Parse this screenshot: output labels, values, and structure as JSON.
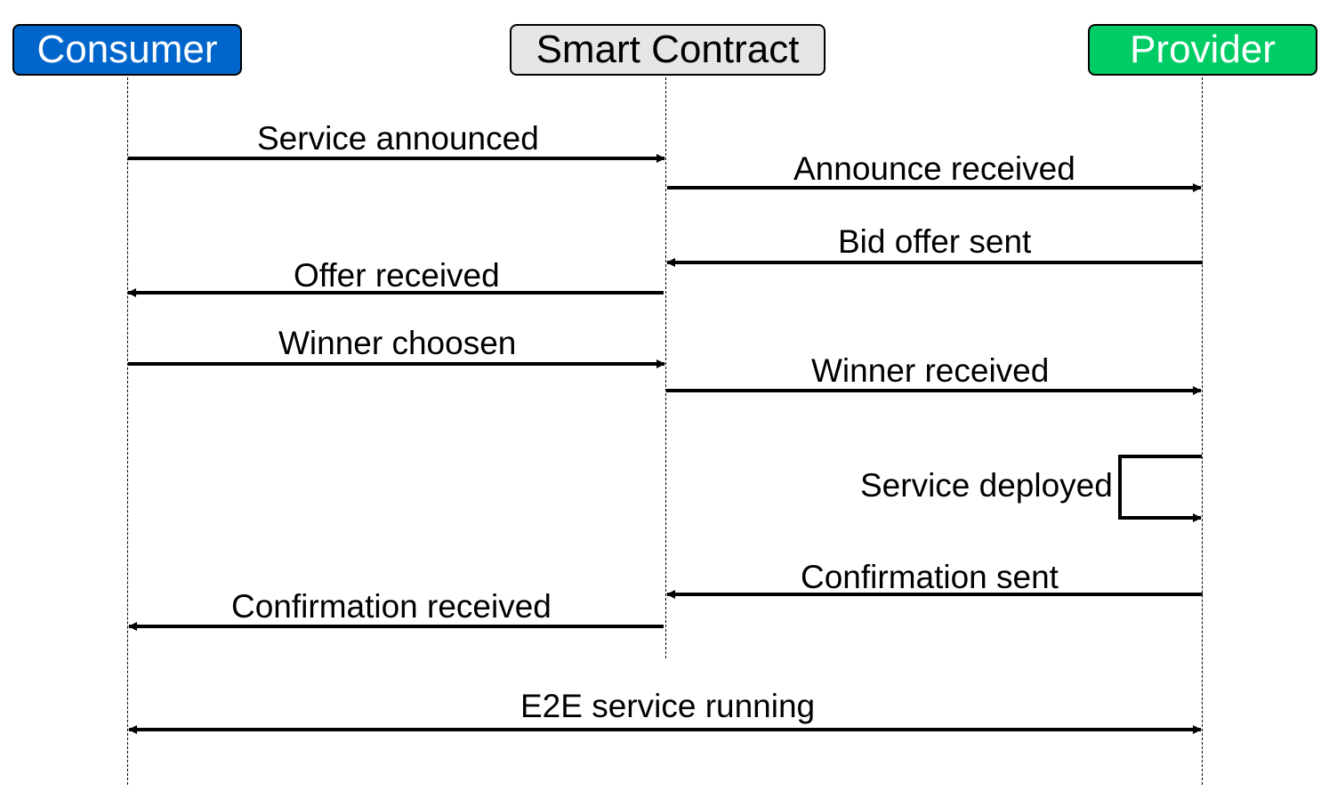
{
  "actors": {
    "consumer": {
      "label": "Consumer",
      "fill": "#0066CC",
      "text_color": "#FFFFFF"
    },
    "smart_contract": {
      "label": "Smart Contract",
      "fill": "#E6E6E6",
      "text_color": "#000000"
    },
    "provider": {
      "label": "Provider",
      "fill": "#00CC66",
      "text_color": "#FFFFFF"
    }
  },
  "messages": [
    {
      "label": "Service announced",
      "from": "Consumer",
      "to": "Smart Contract"
    },
    {
      "label": "Announce received",
      "from": "Smart Contract",
      "to": "Provider"
    },
    {
      "label": "Bid offer sent",
      "from": "Provider",
      "to": "Smart Contract"
    },
    {
      "label": "Offer received",
      "from": "Smart Contract",
      "to": "Consumer"
    },
    {
      "label": "Winner choosen",
      "from": "Consumer",
      "to": "Smart Contract"
    },
    {
      "label": "Winner received",
      "from": "Smart Contract",
      "to": "Provider"
    },
    {
      "label": "Service deployed",
      "from": "Provider",
      "to": "Provider"
    },
    {
      "label": "Confirmation sent",
      "from": "Provider",
      "to": "Smart Contract"
    },
    {
      "label": "Confirmation received",
      "from": "Smart Contract",
      "to": "Consumer"
    },
    {
      "label": "E2E service running",
      "from": "Consumer",
      "to": "Provider"
    }
  ]
}
